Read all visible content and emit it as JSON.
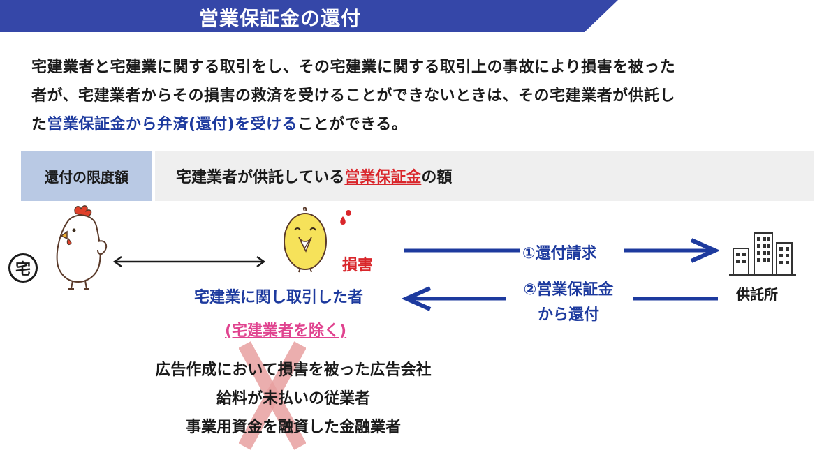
{
  "header": {
    "title": "営業保証金の還付"
  },
  "intro": {
    "line1": "宅建業者と宅建業に関する取引をし、その宅建業に関する取引上の事故により損害を被った",
    "line2": "者が、宅建業者からその損害の救済を受けることができないときは、その宅建業者が供託し",
    "line3_prefix": "た",
    "line3_highlight": "営業保証金から弁済(還付)を受ける",
    "line3_suffix": "ことができる。"
  },
  "limit": {
    "label": "還付の限度額",
    "value_prefix": "宅建業者が供託している",
    "value_highlight": "営業保証金",
    "value_suffix": "の額"
  },
  "diagram": {
    "broker_symbol": "宅",
    "damage_label": "損害",
    "party_label": "宅建業に関し取引した者",
    "party_note": "(宅建業者を除く)",
    "step1": "①還付請求",
    "step2_line1": "②営業保証金",
    "step2_line2": "から還付",
    "deposit_office": "供託所",
    "colors": {
      "arrow_blue": "#1d3a9e",
      "damage_red": "#d9262b",
      "exclude_pink": "#e0438f",
      "cross": "#e8a0a0"
    }
  },
  "excluded": {
    "items": [
      "広告作成において損害を被った広告会社",
      "給料が未払いの従業者",
      "事業用資金を融資した金融業者"
    ]
  }
}
